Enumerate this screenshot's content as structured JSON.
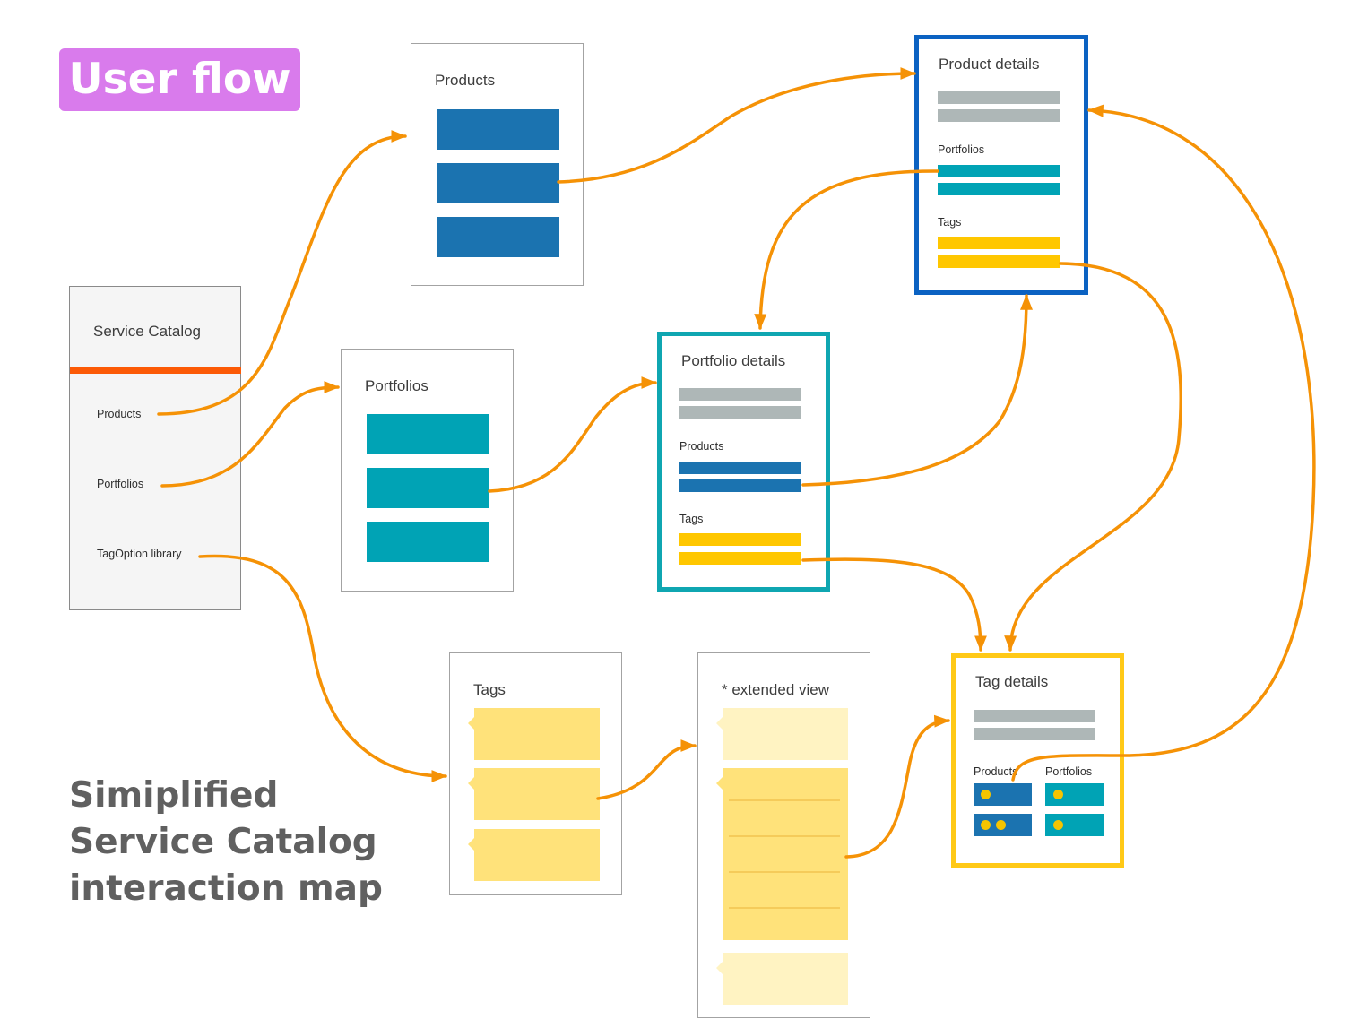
{
  "badge": "User flow",
  "caption": [
    "Simiplified",
    "Service Catalog",
    "interaction map"
  ],
  "colors": {
    "arrow": "#f59206",
    "nav_accent": "#fc5a06",
    "product_blue": "#1b73b0",
    "portfolio_teal": "#00a3b5",
    "tag_yellow": "#ffc700",
    "tag_pale": "#ffe27a",
    "gray_line": "#aeb7b7",
    "product_frame": "#0b62c2",
    "portfolio_frame": "#0fa6b1",
    "tag_frame": "#ffc917"
  },
  "service_catalog": {
    "title": "Service Catalog",
    "items": [
      "Products",
      "Portfolios",
      "TagOption library"
    ]
  },
  "products_list": {
    "title": "Products"
  },
  "portfolios_list": {
    "title": "Portfolios"
  },
  "tags_list": {
    "title": "Tags"
  },
  "extended_view": {
    "title": "* extended view"
  },
  "product_details": {
    "title": "Product details",
    "portfolios_label": "Portfolios",
    "tags_label": "Tags"
  },
  "portfolio_details": {
    "title": "Portfolio details",
    "products_label": "Products",
    "tags_label": "Tags"
  },
  "tag_details": {
    "title": "Tag details",
    "products_label": "Products",
    "portfolios_label": "Portfolios"
  }
}
